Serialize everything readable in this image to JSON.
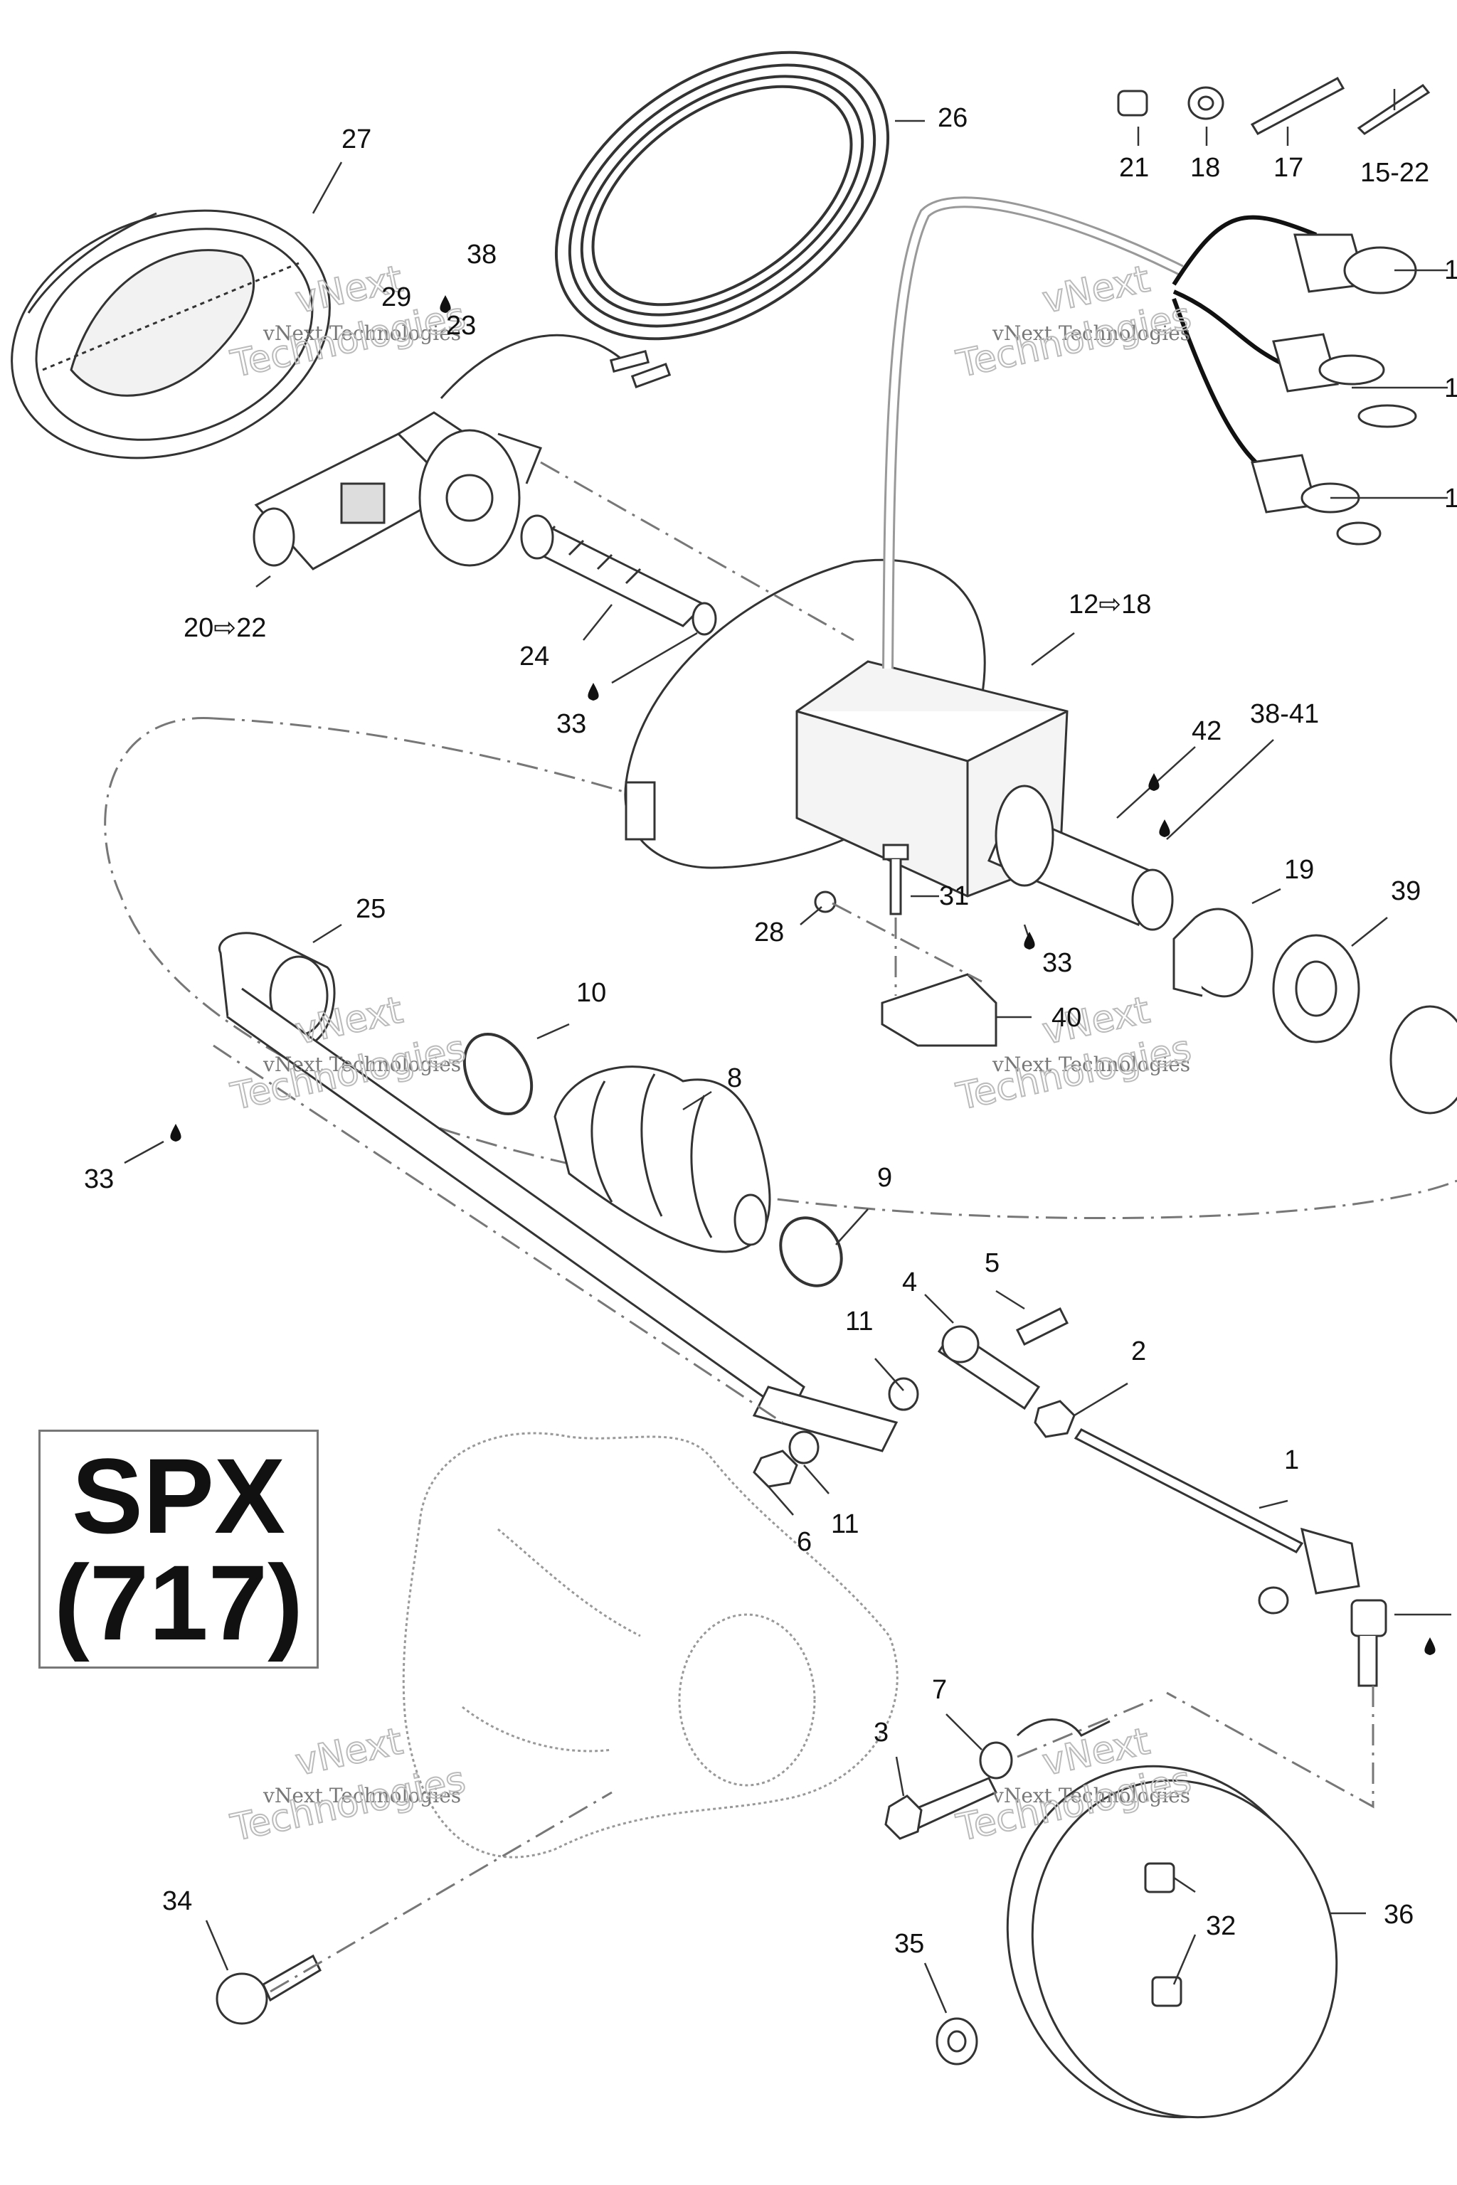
{
  "model": {
    "name": "SPX",
    "engine": "(717)"
  },
  "watermark": {
    "line1": "vNext Technologies",
    "line2": "vNext",
    "line3": "Technologies"
  },
  "callouts": {
    "c27": "27",
    "c26": "26",
    "c21": "21",
    "c18": "18",
    "c17": "17",
    "c1522": "15-22",
    "c38a": "38",
    "c29": "29",
    "c23": "23",
    "c1r1": "1",
    "c1r2": "1",
    "c1r3": "1",
    "c2022": "20⇨22",
    "c24": "24",
    "c33a": "33",
    "c1218": "12⇨18",
    "c42": "42",
    "c3841": "38-41",
    "c19": "19",
    "c39": "39",
    "c31": "31",
    "c28": "28",
    "c33b": "33",
    "c40": "40",
    "c25": "25",
    "c10": "10",
    "c8": "8",
    "c33c": "33",
    "c9": "9",
    "c5": "5",
    "c4": "4",
    "c11a": "11",
    "c2": "2",
    "c11b": "11",
    "c6": "6",
    "c1": "1",
    "c7": "7",
    "c3": "3",
    "c34": "34",
    "c35": "35",
    "c32": "32",
    "c36": "36"
  }
}
